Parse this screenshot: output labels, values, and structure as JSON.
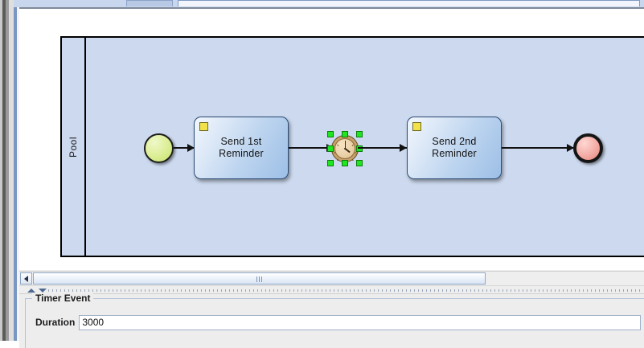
{
  "window": {
    "tabs": [
      {
        "label": "",
        "active": false
      },
      {
        "label": "",
        "active": true
      }
    ]
  },
  "diagram": {
    "pool": {
      "label": "Pool"
    },
    "nodes": [
      {
        "id": "start-event",
        "type": "start-event",
        "label": "",
        "selected": false
      },
      {
        "id": "task-1",
        "type": "task",
        "label": "Send 1st\nReminder",
        "line1": "Send 1st",
        "line2": "Reminder",
        "marker": "message-marker",
        "selected": false
      },
      {
        "id": "timer-event",
        "type": "intermediate-timer-event",
        "label": "",
        "selected": true
      },
      {
        "id": "task-2",
        "type": "task",
        "label": "Send 2nd\nReminder",
        "line1": "Send 2nd",
        "line2": "Reminder",
        "marker": "message-marker",
        "selected": false
      },
      {
        "id": "end-event",
        "type": "end-event",
        "label": "",
        "selected": false
      }
    ],
    "flows": [
      {
        "from": "start-event",
        "to": "task-1"
      },
      {
        "from": "task-1",
        "to": "timer-event"
      },
      {
        "from": "timer-event",
        "to": "task-2"
      },
      {
        "from": "task-2",
        "to": "end-event"
      }
    ]
  },
  "scrollbar": {
    "left_arrow": "left-arrow-icon",
    "grip": "grip-icon"
  },
  "divider": {
    "collapse_up": "triangle-up-icon",
    "collapse_down": "triangle-down-icon"
  },
  "properties": {
    "group_title": "Timer Event",
    "duration_label": "Duration",
    "duration_value": "3000",
    "duration_placeholder": ""
  },
  "colors": {
    "pool_fill": "#ccd9ee",
    "task_fill": "#bcd4ef",
    "task_border": "#2b4a73",
    "start_event_fill": "#dff09d",
    "end_event_fill": "#f4b0aa",
    "selection_handle": "#21e521",
    "marker_yellow": "#f2e24a",
    "clock_face": "#e9cfa6",
    "panel_bg": "#ededed"
  }
}
